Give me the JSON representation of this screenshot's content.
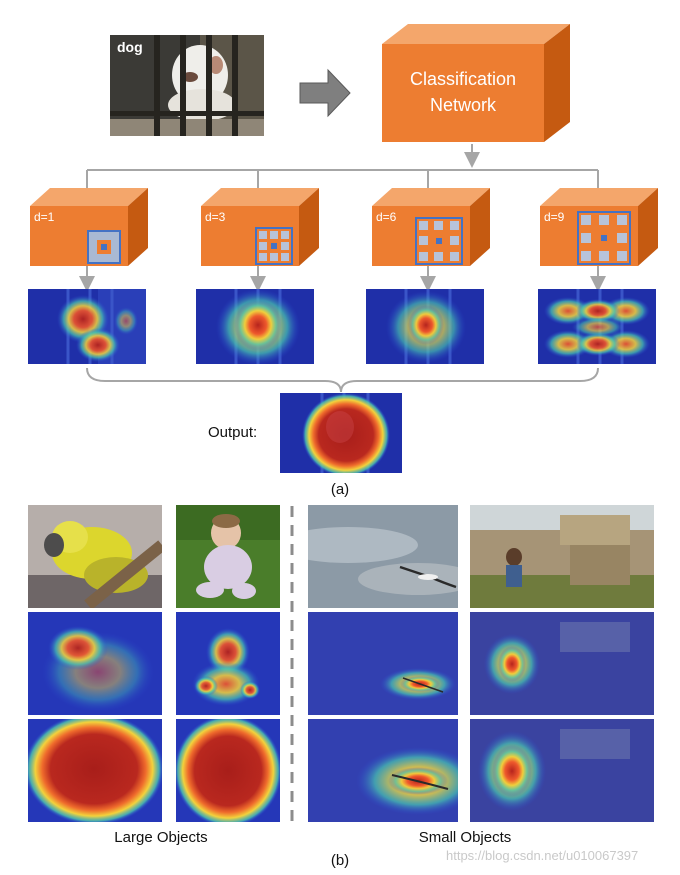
{
  "input_image": {
    "label": "dog"
  },
  "network": {
    "line1": "Classification",
    "line2": "Network"
  },
  "branches": [
    {
      "label": "d=1",
      "dilation": 1
    },
    {
      "label": "d=3",
      "dilation": 3
    },
    {
      "label": "d=6",
      "dilation": 6
    },
    {
      "label": "d=9",
      "dilation": 9
    }
  ],
  "output": {
    "label": "Output:"
  },
  "caption_a": "(a)",
  "caption_b": "(b)",
  "groups": {
    "large": "Large Objects",
    "small": "Small Objects"
  },
  "watermark": "https://blog.csdn.net/u010067397",
  "colors": {
    "cube_front": "#ED7D31",
    "cube_top": "#F4A66B",
    "cube_side": "#C55A11",
    "kernel_border": "#4472C4",
    "kernel_dot": "#4472C4",
    "connector": "#a6a6a6"
  }
}
